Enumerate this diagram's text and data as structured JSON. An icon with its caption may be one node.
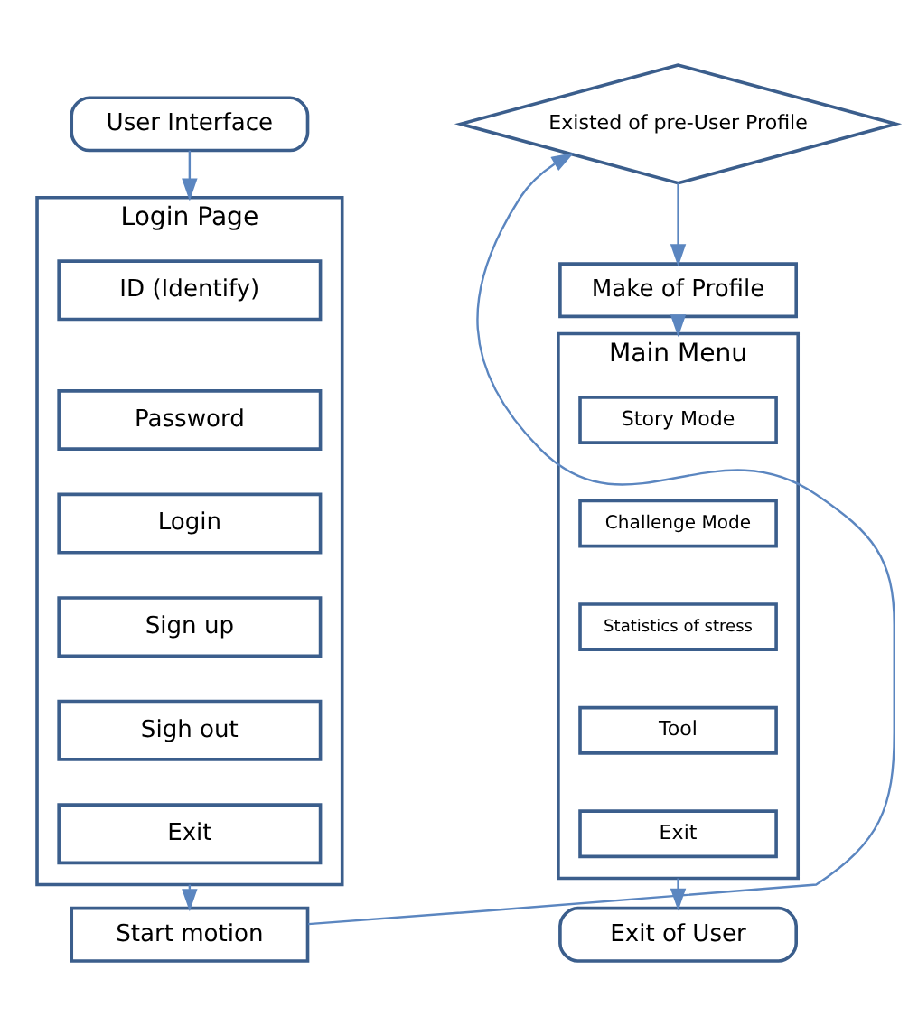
{
  "diagram": {
    "nodes": [
      {
        "text": [
          "User Interface"
        ]
      },
      {
        "text": [
          "Login Page"
        ]
      },
      {
        "text": [
          "ID (Identify)"
        ],
        "in": 1
      },
      {
        "text": [
          "Password"
        ],
        "in": 1
      },
      {
        "text": [
          "Login"
        ],
        "in": 1
      },
      {
        "text": [
          "Sign up"
        ],
        "in": 1
      },
      {
        "text": [
          "Sigh out"
        ],
        "in": 1
      },
      {
        "text": [
          "Exit"
        ],
        "in": 1
      },
      {
        "text": [
          "Start motion"
        ]
      },
      {
        "text": [
          "Existed of pre-User Profile"
        ]
      },
      {
        "text": [
          "Make of Profile"
        ]
      },
      {
        "text": [
          "Main Menu"
        ]
      },
      {
        "text": [
          "Story Mode"
        ],
        "in": 11
      },
      {
        "text": [
          "Challenge Mode"
        ],
        "in": 11
      },
      {
        "text": [
          "Statistics of stress"
        ],
        "in": 11
      },
      {
        "text": [
          "Tool"
        ],
        "in": 11
      },
      {
        "text": [
          "Exit"
        ],
        "in": 11
      },
      {
        "text": [
          "Exit of User"
        ]
      }
    ],
    "edges": [
      {
        "from": 0,
        "to": 1,
        "arrow": "to"
      },
      {
        "from": 1,
        "to": 8,
        "arrow": "to"
      },
      {
        "from": 8,
        "to": 9,
        "arrow": "to"
      },
      {
        "from": 9,
        "to": 10,
        "arrow": "to"
      },
      {
        "from": 10,
        "to": 11,
        "arrow": "to"
      },
      {
        "from": 11,
        "to": 17,
        "arrow": "to"
      }
    ]
  }
}
